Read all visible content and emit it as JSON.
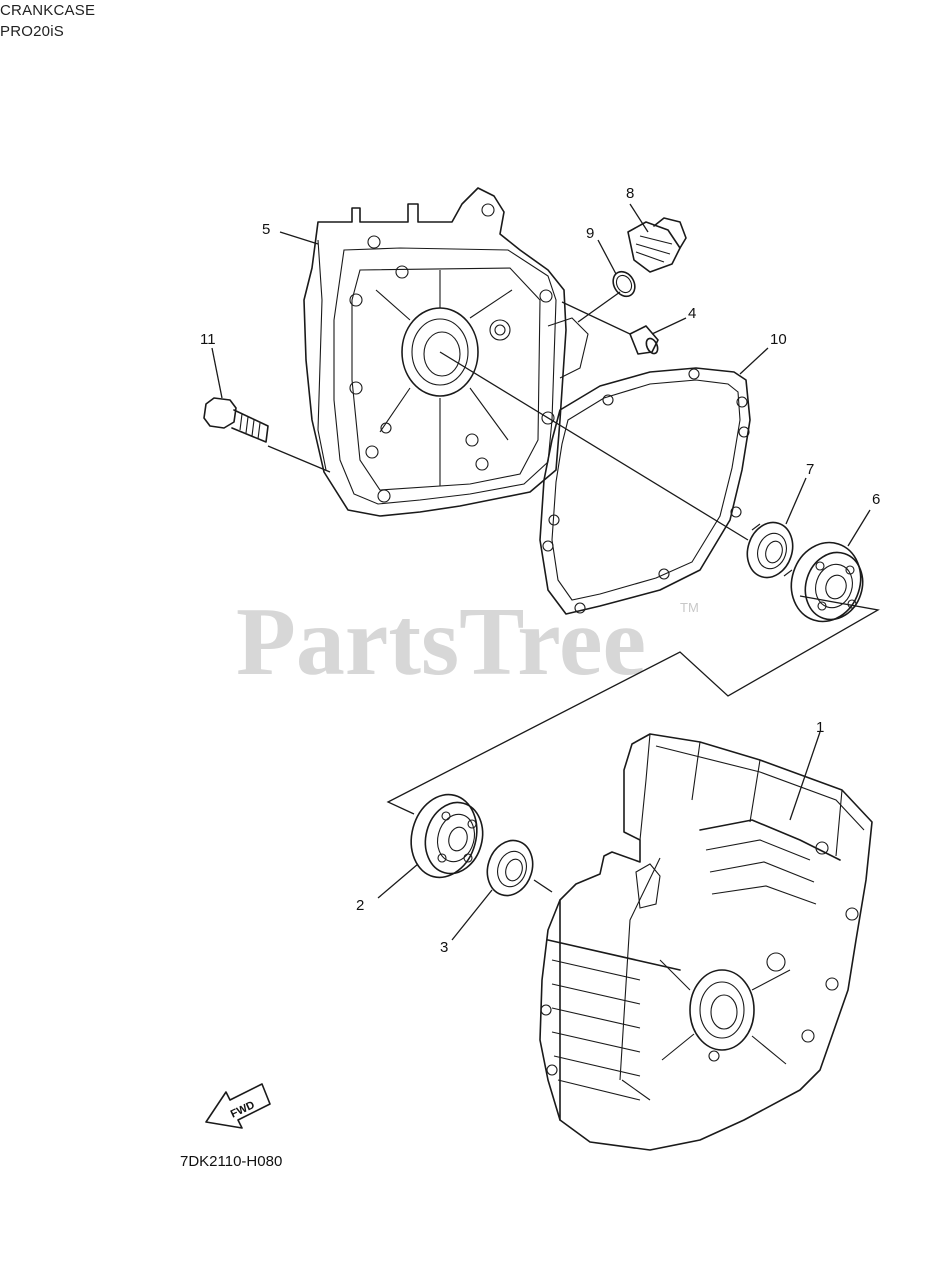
{
  "header": {
    "title": "CRANKCASE",
    "model": "PRO20iS"
  },
  "watermark": {
    "text": "PartsTree",
    "trademark": "TM"
  },
  "callouts": [
    "1",
    "2",
    "3",
    "4",
    "5",
    "6",
    "7",
    "8",
    "9",
    "10",
    "11"
  ],
  "fwd_label": "FWD",
  "diagram_code": "7DK2110-H080"
}
